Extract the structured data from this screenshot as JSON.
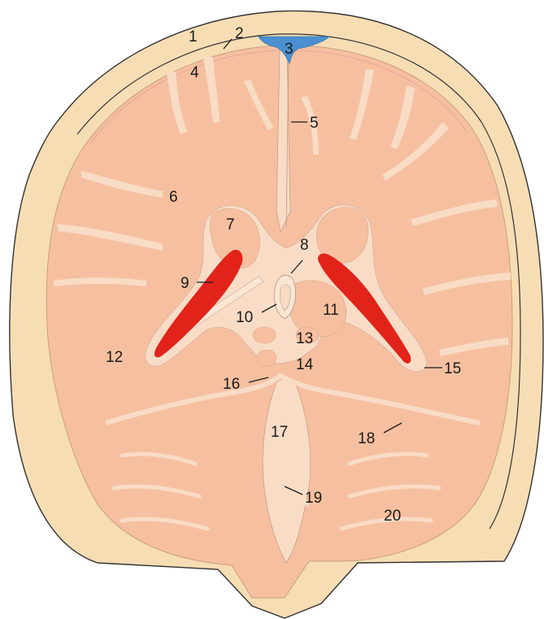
{
  "labels": [
    {
      "id": "l1",
      "text": "1"
    },
    {
      "id": "l2",
      "text": "2"
    },
    {
      "id": "l3",
      "text": "3"
    },
    {
      "id": "l4",
      "text": "4"
    },
    {
      "id": "l5",
      "text": "5"
    },
    {
      "id": "l6",
      "text": "6"
    },
    {
      "id": "l7",
      "text": "7"
    },
    {
      "id": "l8",
      "text": "8"
    },
    {
      "id": "l9",
      "text": "9"
    },
    {
      "id": "l10",
      "text": "10"
    },
    {
      "id": "l11",
      "text": "11"
    },
    {
      "id": "l12",
      "text": "12"
    },
    {
      "id": "l13",
      "text": "13"
    },
    {
      "id": "l14",
      "text": "14"
    },
    {
      "id": "l15",
      "text": "15"
    },
    {
      "id": "l16",
      "text": "16"
    },
    {
      "id": "l17",
      "text": "17"
    },
    {
      "id": "l18",
      "text": "18"
    },
    {
      "id": "l19",
      "text": "19"
    },
    {
      "id": "l20",
      "text": "20"
    }
  ],
  "colors": {
    "scalp": "#f7ddb3",
    "brain_parenchyma": "#f6c0a0",
    "white_matter_csf": "#f9dcc6",
    "lateral_ventricle": "#e2231a",
    "superior_sagittal_sinus": "#4a90d0",
    "outline": "#333333"
  }
}
